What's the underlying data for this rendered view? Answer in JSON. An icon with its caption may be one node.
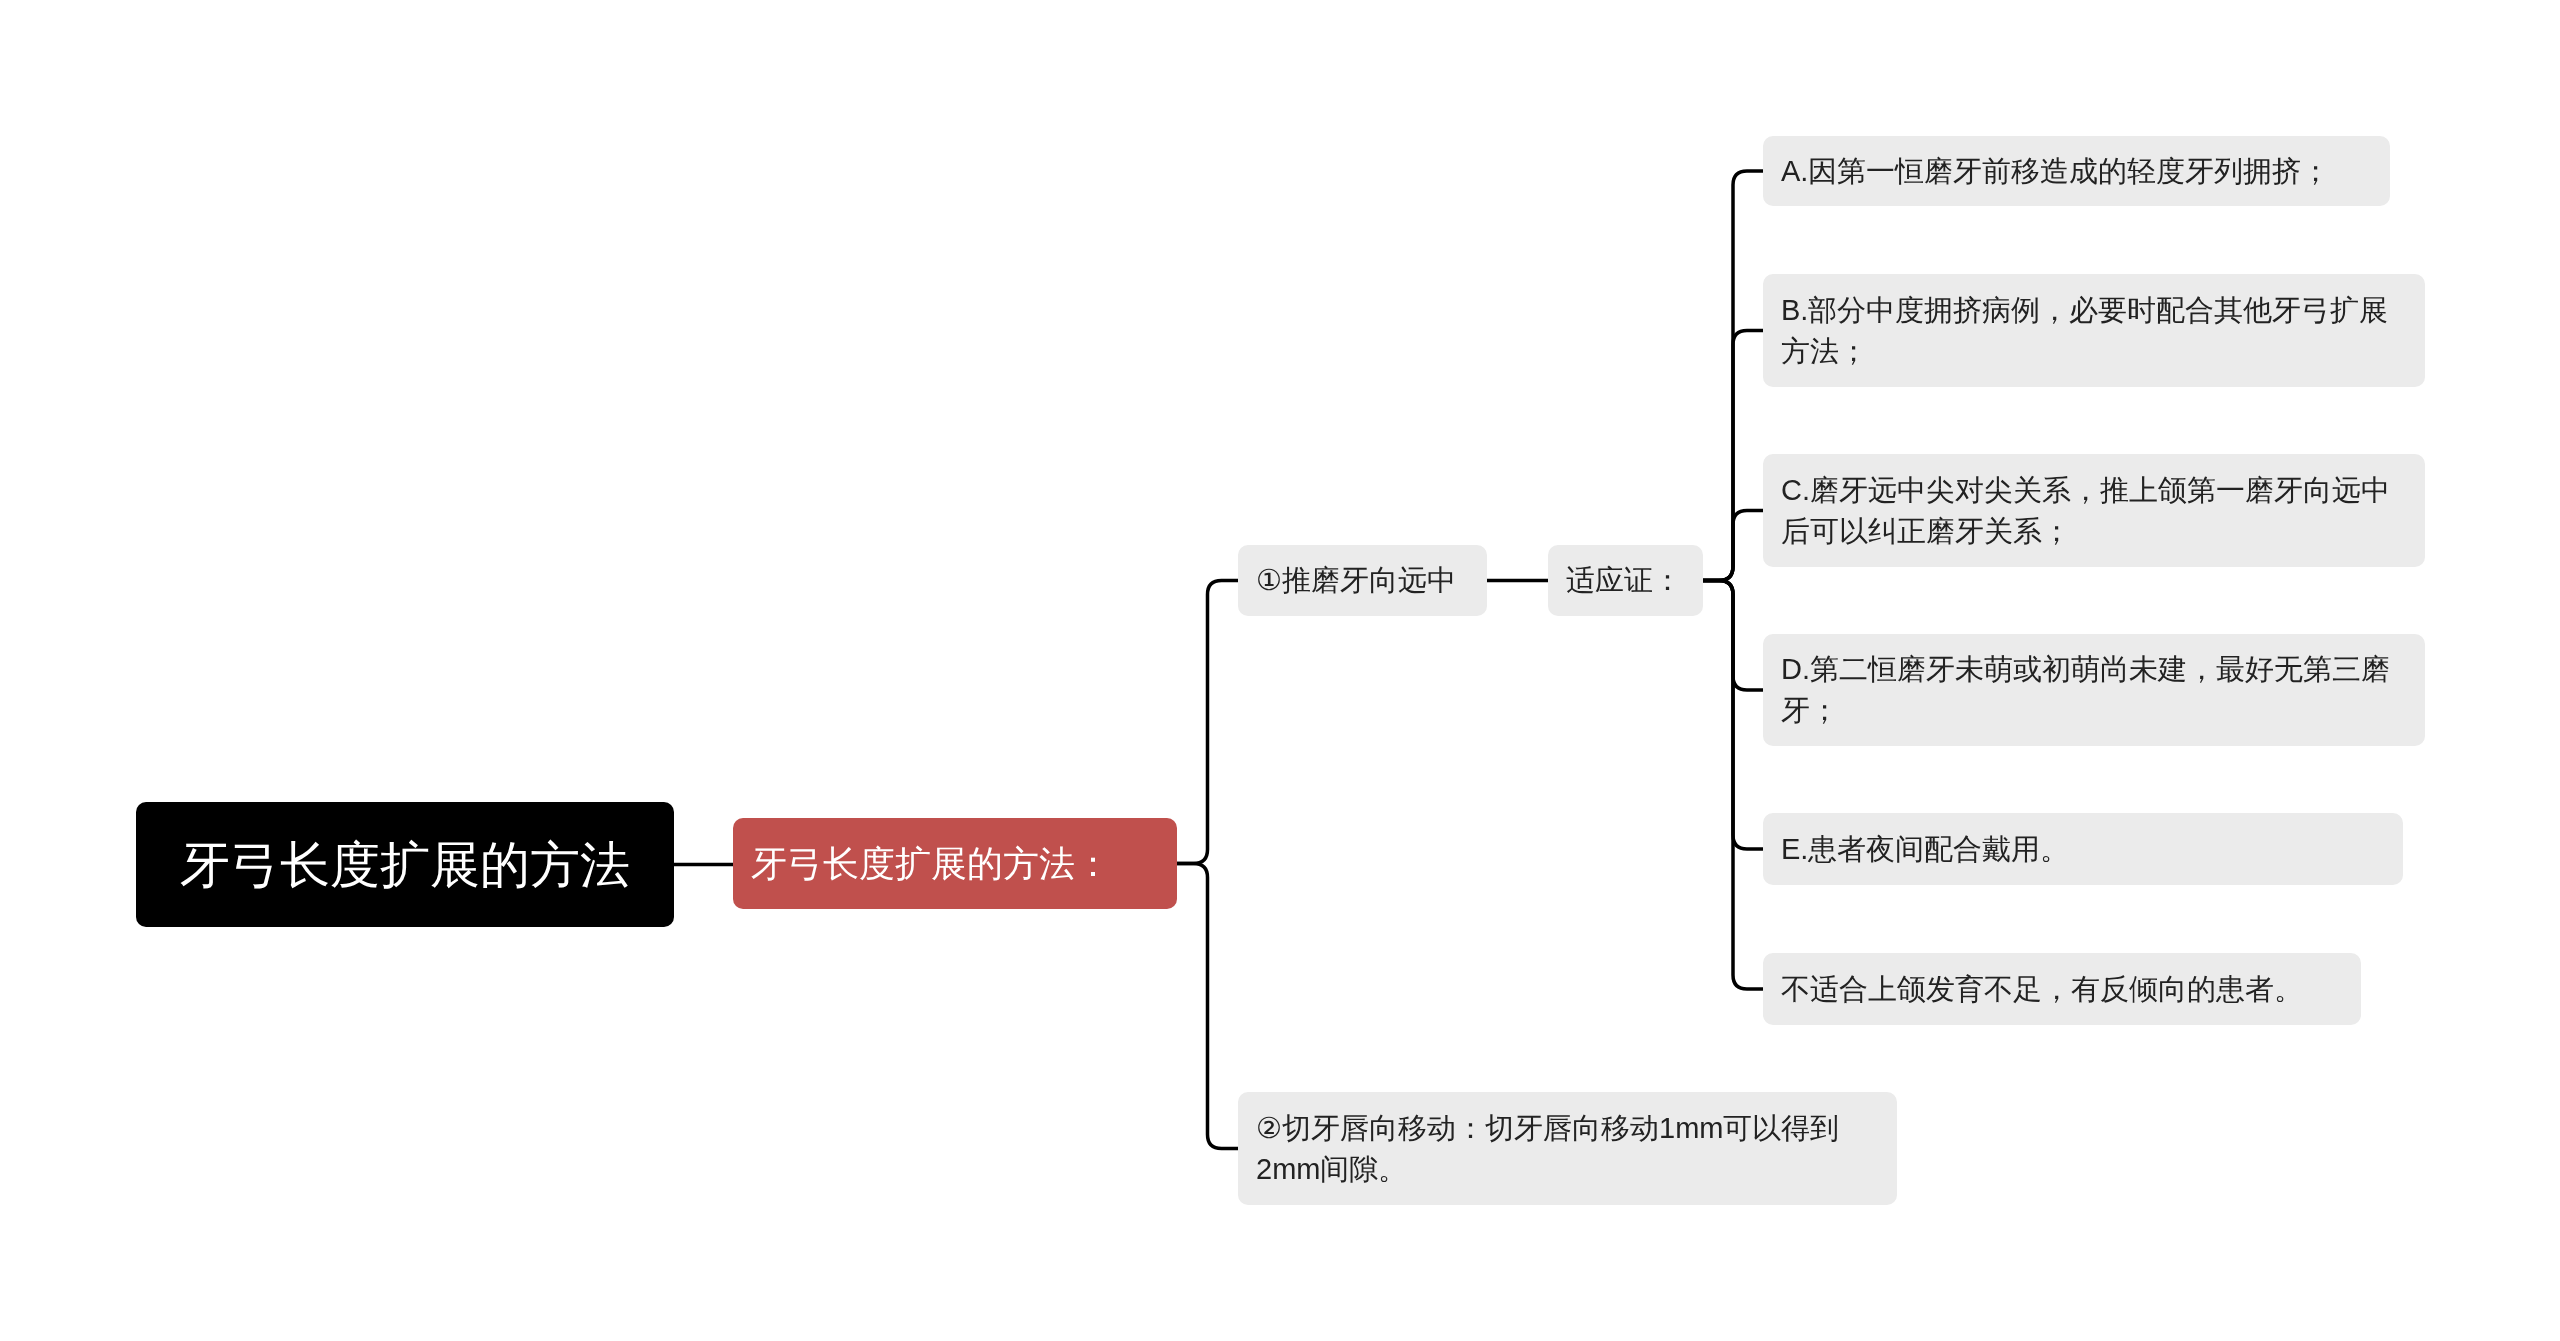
{
  "diagram": {
    "nodes": [
      {
        "text": [
          "牙弓长度扩展的方法"
        ]
      },
      {
        "text": [
          "牙弓长度扩展的方法："
        ]
      },
      {
        "text": [
          "①推磨牙向远中"
        ]
      },
      {
        "text": [
          "适应证："
        ]
      },
      {
        "text": [
          "A.因第一恒磨牙前移造成的轻度牙列拥挤；"
        ]
      },
      {
        "text": [
          "B.部分中度拥挤病例，必要时配合其他牙弓扩展方法；"
        ]
      },
      {
        "text": [
          "C.磨牙远中尖对尖关系，推上颌第一磨牙向远中后可以纠正磨牙关系；"
        ]
      },
      {
        "text": [
          "D.第二恒磨牙未萌或初萌尚未建，最好无第三磨牙；"
        ]
      },
      {
        "text": [
          "E.患者夜间配合戴用。"
        ]
      },
      {
        "text": [
          "不适合上颌发育不足，有反倾向的患者。"
        ]
      },
      {
        "text": [
          "②切牙唇向移动：切牙唇向移动1mm可以得到2mm间隙。"
        ]
      }
    ],
    "edges": [
      {
        "from": 0,
        "to": 1,
        "arrow": "none"
      },
      {
        "from": 1,
        "to": 2,
        "arrow": "none"
      },
      {
        "from": 2,
        "to": 3,
        "arrow": "none"
      },
      {
        "from": 3,
        "to": 4,
        "arrow": "none"
      },
      {
        "from": 3,
        "to": 5,
        "arrow": "none"
      },
      {
        "from": 3,
        "to": 6,
        "arrow": "none"
      },
      {
        "from": 3,
        "to": 7,
        "arrow": "none"
      },
      {
        "from": 3,
        "to": 8,
        "arrow": "none"
      },
      {
        "from": 3,
        "to": 9,
        "arrow": "none"
      },
      {
        "from": 1,
        "to": 10,
        "arrow": "none"
      }
    ]
  }
}
